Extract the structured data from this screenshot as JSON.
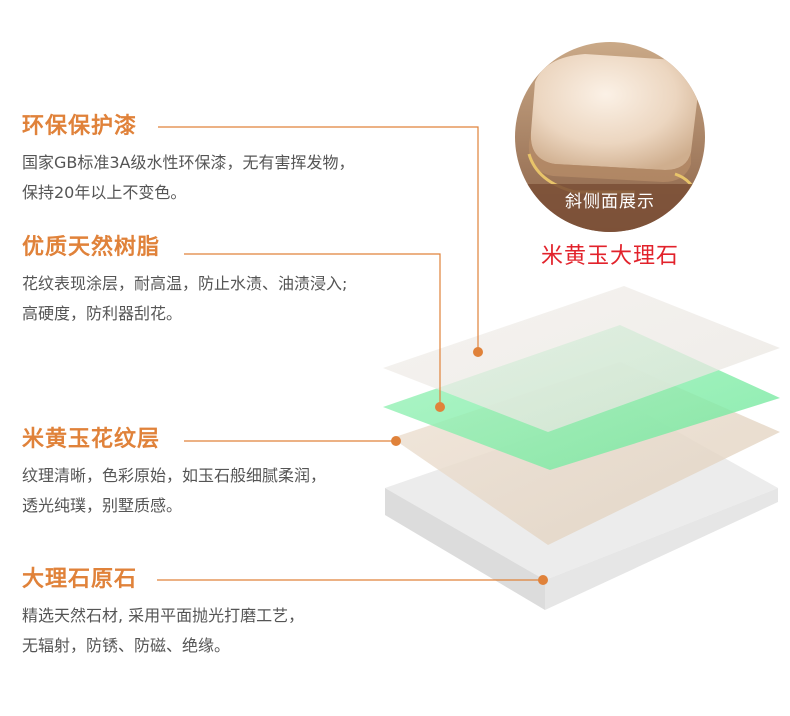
{
  "features": [
    {
      "title": "环保保护漆",
      "lines": [
        "国家GB标准3A级水性环保漆，无有害挥发物，",
        "保持20年以上不变色。"
      ]
    },
    {
      "title": "优质天然树脂",
      "lines": [
        "花纹表现涂层，耐高温，防止水渍、油渍浸入;",
        "高硬度，防利器刮花。"
      ]
    },
    {
      "title": "米黄玉花纹层",
      "lines": [
        "纹理清晰，色彩原始，如玉石般细腻柔润，",
        "透光纯璞，别墅质感。"
      ]
    },
    {
      "title": "大理石原石",
      "lines": [
        "精选天然石材, 采用平面抛光打磨工艺，",
        "无辐射，防锈、防磁、绝缘。"
      ]
    }
  ],
  "badge": {
    "caption": "斜侧面展示"
  },
  "stone_label": "米黄玉大理石",
  "colors": {
    "accent_orange": "#e0823a",
    "label_red": "#e2222b",
    "green_layer": "#8ef0b0",
    "beige_layer": "#e9dccd",
    "body_text": "#555555"
  }
}
